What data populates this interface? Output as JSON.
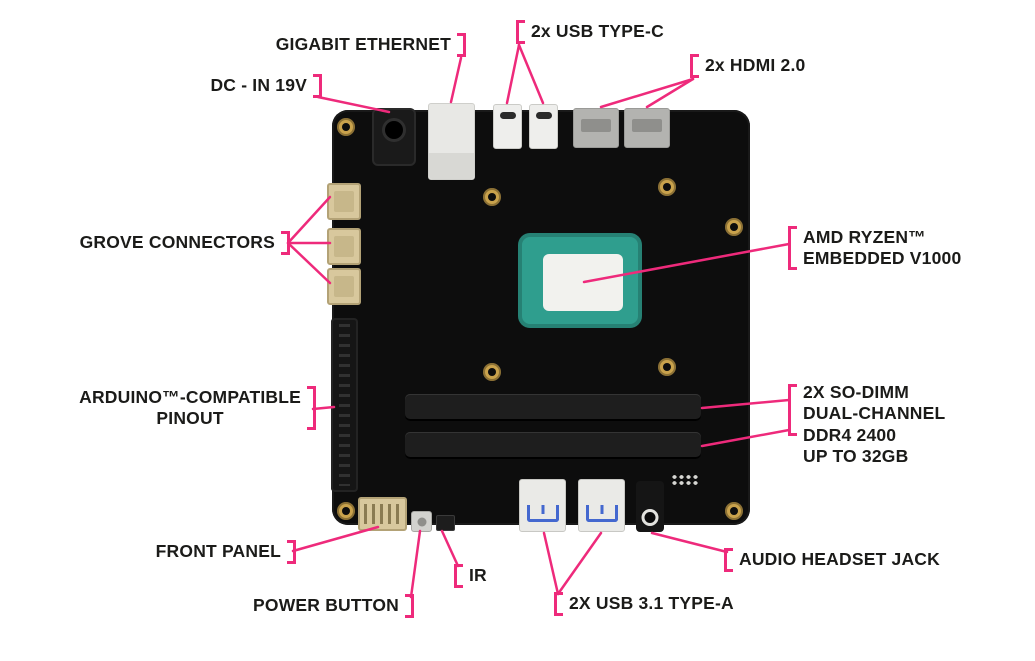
{
  "palette": {
    "background": "#ffffff",
    "accent": "#ee2a7b",
    "board": "#0d0d0d",
    "cpu_heatspreader": "#2f9e8e",
    "cpu_die": "#f2f2ee",
    "connector_beige": "#d8c89d",
    "connector_silver": "#eaeae7",
    "usb_blue": "#4468cf",
    "mount_hole_gold": "#c9a24c",
    "label_text": "#1b1b19"
  },
  "labels": {
    "gigabit_ethernet": "GIGABIT ETHERNET",
    "usb_type_c": "2x USB TYPE-C",
    "hdmi": "2x HDMI 2.0",
    "dc_in": "DC - IN 19V",
    "grove_connectors": "GROVE CONNECTORS",
    "amd_ryzen": "AMD RYZEN™\nEMBEDDED V1000",
    "arduino_pinout": "ARDUINO™-COMPATIBLE\nPINOUT",
    "so_dimm": "2X SO-DIMM\nDUAL-CHANNEL\nDDR4 2400\nUP TO 32GB",
    "front_panel": "FRONT PANEL",
    "ir": "IR",
    "power_button": "POWER BUTTON",
    "usb_type_a": "2X USB 3.1 TYPE-A",
    "audio_headset_jack": "AUDIO HEADSET JACK"
  }
}
